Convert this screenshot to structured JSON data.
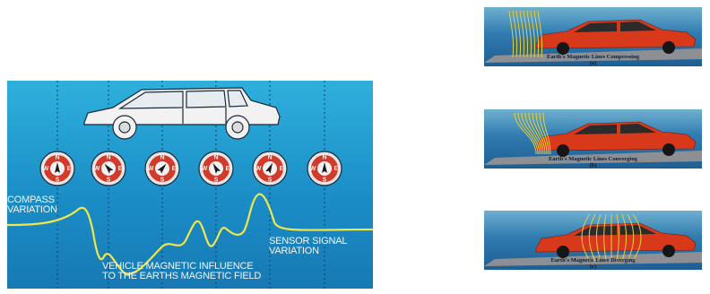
{
  "left_diagram": {
    "compass_label": "COMPASS\nVARIATION",
    "sensor_label": "SENSOR SIGNAL\nVARIATION",
    "vehicle_label": "VEHICLE MAGNETIC INFLUENCE\nTO THE EARTHS MAGNETIC FIELD",
    "compass_letters": {
      "n": "N",
      "s": "S",
      "e": "E",
      "w": "W"
    },
    "colors": {
      "background": "#1b8ec7",
      "signal_curve": "#f2e64a",
      "compass_face": "#d23a2a"
    }
  },
  "photos": [
    {
      "caption": "Earth's Magnetic Lines Compressing",
      "sub": "(a)"
    },
    {
      "caption": "Earth's Magnetic Lines Converging",
      "sub": "(b)"
    },
    {
      "caption": "Earth's Magnetic Lines Diverging",
      "sub": "(c)"
    }
  ],
  "photo_colors": {
    "car": "#d8391b",
    "field_lines": "#e9cf3a",
    "ground": "#8d8f93"
  }
}
